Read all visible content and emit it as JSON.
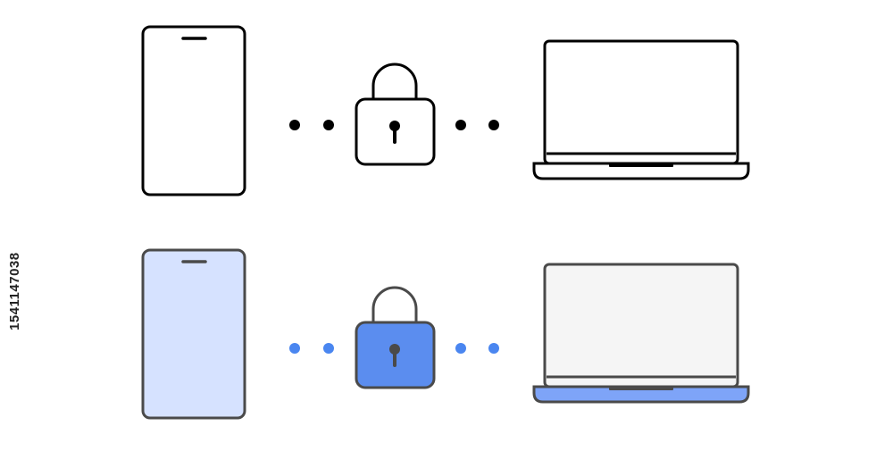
{
  "stock_id": "1541147038",
  "rows": [
    {
      "name": "outline-variant",
      "stroke": "#000000",
      "phone_fill": "#ffffff",
      "lock_fill": "#ffffff",
      "laptop_fill": "#ffffff",
      "base_fill": "#ffffff",
      "dot_color": "#000000"
    },
    {
      "name": "color-variant",
      "stroke": "#4a4a4a",
      "phone_fill": "#d6e2ff",
      "lock_fill": "#5b8def",
      "laptop_fill": "#f5f5f5",
      "base_fill": "#7ea4f8",
      "dot_color": "#4a86f0"
    }
  ],
  "icons": [
    "smartphone-icon",
    "padlock-icon",
    "laptop-icon"
  ]
}
